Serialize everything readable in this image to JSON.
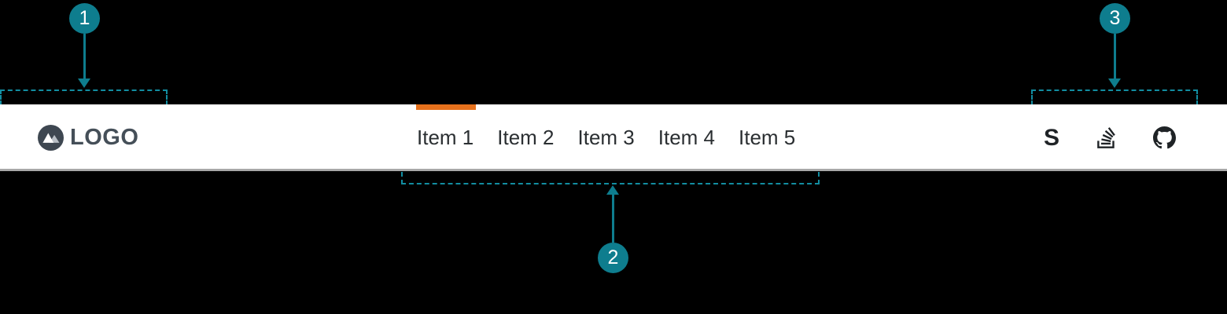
{
  "colors": {
    "background": "#000000",
    "navbar_background": "#ffffff",
    "navbar_border": "#a8a8a8",
    "accent_teal": "#0e7d8e",
    "dashed_teal": "#128da1",
    "accent_orange": "#e6711c",
    "logo_text_color": "#454f58",
    "nav_text_color": "#2b2f32",
    "icon_color": "#1f2326"
  },
  "navbar": {
    "logo": {
      "icon": "mountain-logo-icon",
      "text": "LOGO"
    },
    "nav": {
      "items": [
        {
          "label": "Item 1",
          "active": true
        },
        {
          "label": "Item 2",
          "active": false
        },
        {
          "label": "Item 3",
          "active": false
        },
        {
          "label": "Item 4",
          "active": false
        },
        {
          "label": "Item 5",
          "active": false
        }
      ]
    },
    "social": {
      "stack_exchange_glyph": "S",
      "icons": [
        "stack-exchange-icon",
        "stack-overflow-icon",
        "github-icon"
      ]
    }
  },
  "callouts": [
    {
      "number": "1",
      "points_to": "logo-region"
    },
    {
      "number": "2",
      "points_to": "nav-items-region"
    },
    {
      "number": "3",
      "points_to": "social-icons-region"
    }
  ]
}
